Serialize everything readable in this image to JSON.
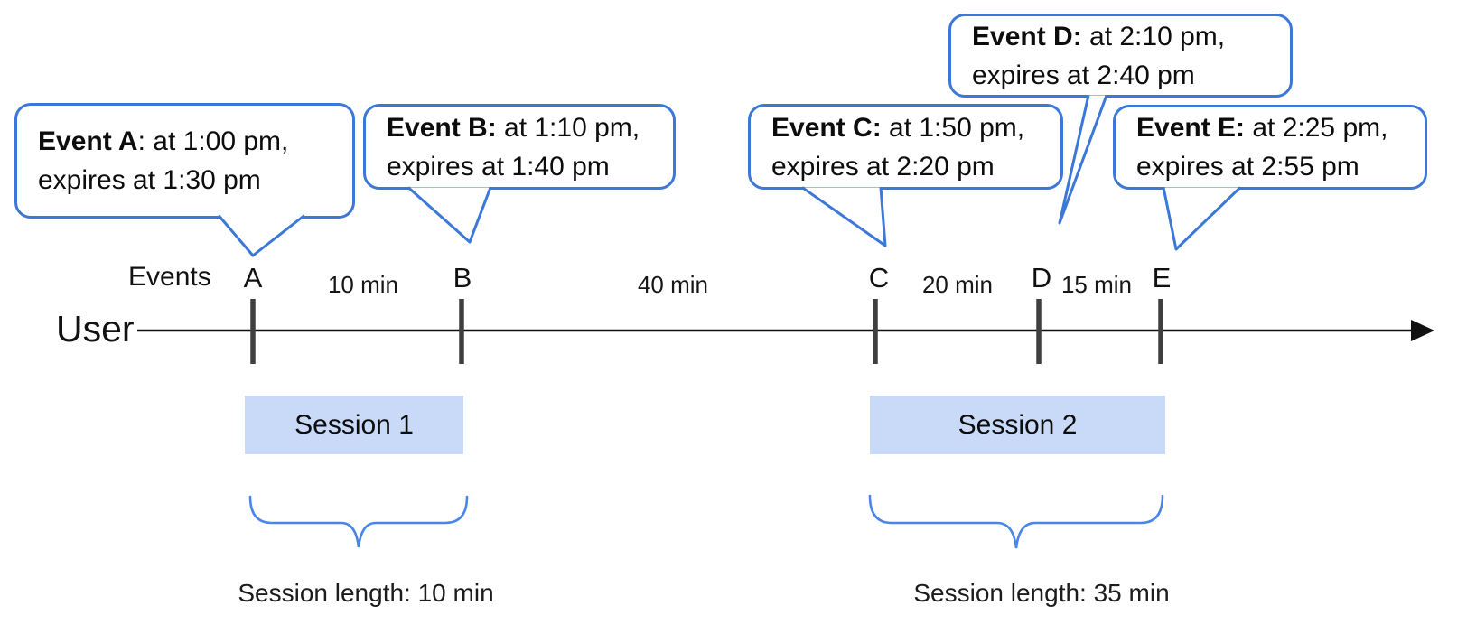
{
  "bubbles": [
    {
      "bold": "Event A",
      "rest": ": at 1:00 pm,",
      "line2": "expires at 1:30 pm"
    },
    {
      "bold": "Event B:",
      "rest": " at 1:10 pm,",
      "line2": "expires at 1:40 pm"
    },
    {
      "bold": "Event C:",
      "rest": " at 1:50 pm,",
      "line2": "expires at 2:20 pm"
    },
    {
      "bold": "Event D:",
      "rest": " at 2:10 pm,",
      "line2": "expires at 2:40 pm"
    },
    {
      "bold": "Event E:",
      "rest": " at 2:25 pm,",
      "line2": "expires at 2:55 pm"
    }
  ],
  "timeline": {
    "events_label": "Events",
    "user_label": "User",
    "ticks": [
      "A",
      "B",
      "C",
      "D",
      "E"
    ],
    "intervals": [
      "10 min",
      "40 min",
      "20 min",
      "15 min"
    ]
  },
  "sessions": [
    {
      "label": "Session 1",
      "length_label": "Session length: 10 min"
    },
    {
      "label": "Session 2",
      "length_label": "Session length: 35 min"
    }
  ],
  "colors": {
    "bubble_border": "#3c78d8",
    "session_fill": "#c9daf8",
    "brace": "#4a86e8",
    "tick": "#3f3f3f",
    "line": "#111111"
  }
}
